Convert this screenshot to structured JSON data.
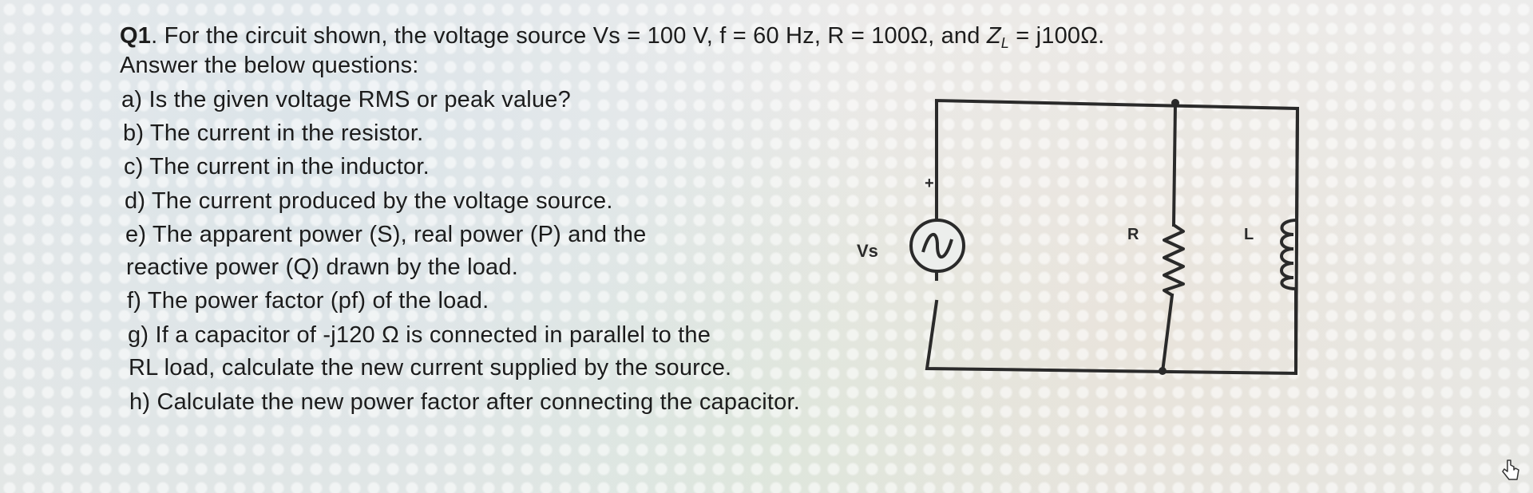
{
  "question": {
    "label": "Q1",
    "intro_a": ". For the circuit shown, the voltage source Vs = 100 V, f = 60 Hz, R = 100Ω, and ",
    "zl_symbol": "Z",
    "zl_sub": "L",
    "intro_b": " = j100Ω.",
    "line2": "Answer the below questions:",
    "parts": [
      "a) Is the given voltage RMS or peak value?",
      "b) The current in the resistor.",
      "c) The current in the inductor.",
      "d) The current produced by the voltage source.",
      "e) The apparent power (S), real power (P) and the",
      "reactive power (Q) drawn by the load.",
      "f) The power factor (pf) of the load.",
      "g) If a capacitor of -j120 Ω is connected in parallel to the",
      "RL load, calculate the new current supplied by the source.",
      "h) Calculate the new power factor after connecting the capacitor."
    ]
  },
  "circuit": {
    "source_label": "Vs",
    "plus_label": "+",
    "resistor_label": "R",
    "inductor_label": "L"
  },
  "icons": {
    "cursor": "mouse-pointer-icon",
    "source": "ac-voltage-source-icon",
    "resistor": "resistor-icon",
    "inductor": "inductor-icon"
  },
  "colors": {
    "text": "#1c1c1c",
    "wire": "#2a2a2a"
  }
}
